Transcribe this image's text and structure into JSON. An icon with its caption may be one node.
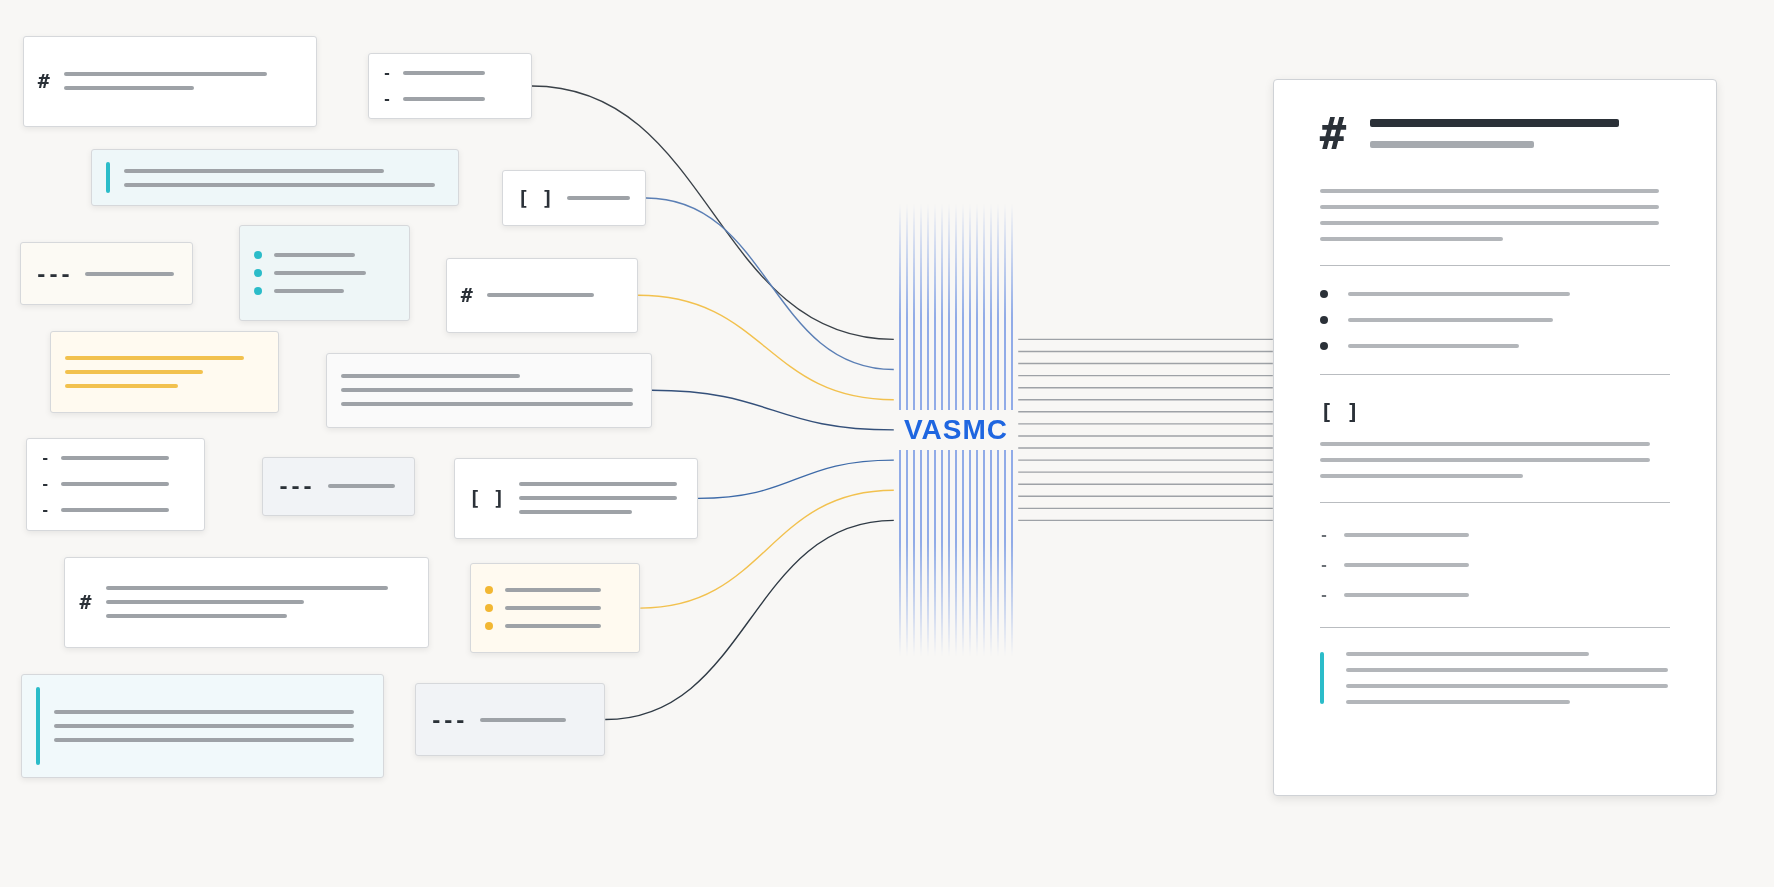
{
  "diagram": {
    "nodes": [
      {
        "text": [
          "#"
        ]
      },
      {
        "text": [
          "-",
          "-"
        ]
      },
      {
        "text": [],
        "shape": "box"
      },
      {
        "text": [
          "[ ]"
        ]
      },
      {
        "text": [
          "---"
        ]
      },
      {
        "text": [],
        "shape": "box"
      },
      {
        "text": [
          "#"
        ]
      },
      {
        "text": [],
        "shape": "box"
      },
      {
        "text": [],
        "shape": "box"
      },
      {
        "text": [
          "-",
          "-",
          "-"
        ]
      },
      {
        "text": [
          "---"
        ]
      },
      {
        "text": [
          "[ ]"
        ]
      },
      {
        "text": [
          "#"
        ]
      },
      {
        "text": [],
        "shape": "box"
      },
      {
        "text": [],
        "shape": "box"
      },
      {
        "text": [
          "---"
        ]
      },
      {
        "text": [
          "VASMC"
        ]
      },
      {
        "text": [
          "#",
          "[ ]",
          "-",
          "-",
          "-"
        ]
      }
    ],
    "edges": [
      {
        "from": 1,
        "to": 16,
        "arrow": "none",
        "color": "#3a4148"
      },
      {
        "from": 3,
        "to": 16,
        "arrow": "none",
        "color": "#5b7fb5"
      },
      {
        "from": 6,
        "to": 16,
        "arrow": "none",
        "color": "#f2c14e"
      },
      {
        "from": 8,
        "to": 16,
        "arrow": "none",
        "color": "#34507a"
      },
      {
        "from": 11,
        "to": 16,
        "arrow": "none",
        "color": "#3d6aa8"
      },
      {
        "from": 13,
        "to": 16,
        "arrow": "none",
        "color": "#f2c14e"
      },
      {
        "from": 15,
        "to": 16,
        "arrow": "none",
        "color": "#2f3a45"
      },
      {
        "from": 16,
        "to": 17,
        "arrow": "none"
      }
    ]
  }
}
